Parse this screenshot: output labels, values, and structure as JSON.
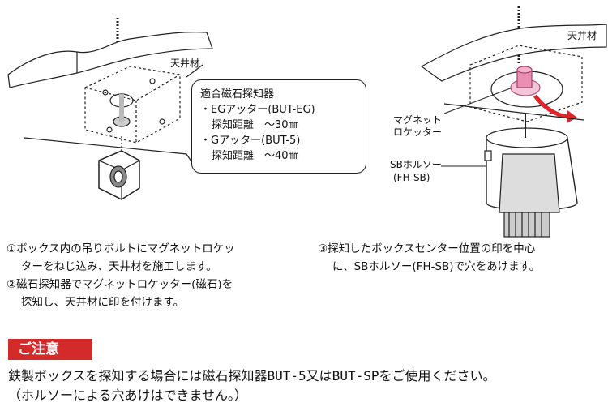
{
  "illustration_left": {
    "ceiling_label": "天井材"
  },
  "illustration_right": {
    "ceiling_label": "天井材",
    "magnet_locator_label_line1": "マグネット",
    "magnet_locator_label_line2": "ロケッター",
    "sb_holesaw_label_line1": "SBホルソー",
    "sb_holesaw_label_line2": "(FH-SB)"
  },
  "detector_box": {
    "title": "適合磁石探知器",
    "item1_name": "・EGアッター(BUT-EG)",
    "item1_range": "探知距離　～30㎜",
    "item2_name": "・Gアッター(BUT-5)",
    "item2_range": "探知距離　～40㎜"
  },
  "steps": {
    "step1_line1": "①ボックス内の吊りボルトにマグネットロケッ",
    "step1_line2": "ターをねじ込み、天井材を施工します。",
    "step2_line1": "②磁石探知器でマグネットロケッター(磁石)を",
    "step2_line2": "探知し、天井材に印を付けます。",
    "step3_line1": "③探知したボックスセンター位置の印を中心",
    "step3_line2": "に、SBホルソー(FH-SB)で穴をあけます。"
  },
  "caution": {
    "badge": "ご注意",
    "line1": "鉄製ボックスを探知する場合には磁石探知器BUT-5又はBUT-SPをご使用ください。",
    "line2": "（ホルソーによる穴あけはできません。）"
  },
  "colors": {
    "caution_red": "#d32a2a",
    "magnet_pink": "#e98fb3",
    "arrow_red": "#e0252a"
  }
}
